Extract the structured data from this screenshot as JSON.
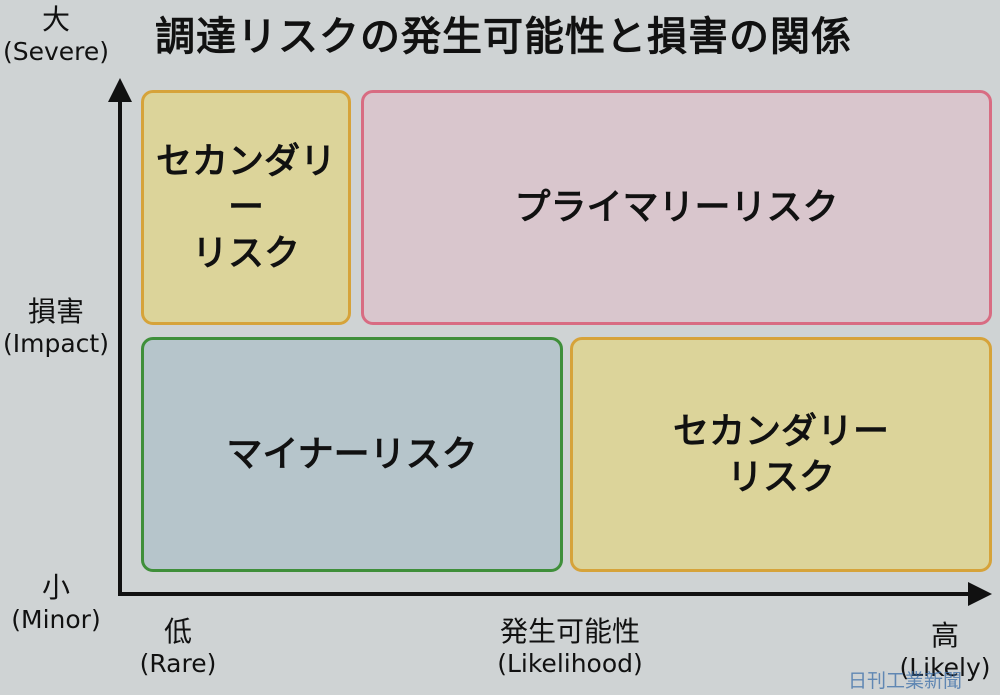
{
  "title": "調達リスクの発生可能性と損害の関係",
  "y_axis": {
    "top": {
      "label": "大",
      "sub": "(Severe)"
    },
    "middle": {
      "label": "損害",
      "sub": "(Impact)"
    },
    "bottom": {
      "label": "小",
      "sub": "(Minor)"
    }
  },
  "x_axis": {
    "left": {
      "label": "低",
      "sub": "(Rare)"
    },
    "middle": {
      "label": "発生可能性",
      "sub": "(Likelihood)"
    },
    "right": {
      "label": "高",
      "sub": "(Likely)"
    }
  },
  "quadrants": {
    "top_left": {
      "line1": "セカンダリー",
      "line2": "リスク"
    },
    "top_right": {
      "line1": "プライマリーリスク"
    },
    "bottom_left": {
      "line1": "マイナーリスク"
    },
    "bottom_right": {
      "line1": "セカンダリー",
      "line2": "リスク"
    }
  },
  "colors": {
    "secondary_fill": "#dcd49a",
    "primary_fill": "#d9c6cd",
    "minor_fill": "#b6c5cb",
    "background": "#cfd3d4"
  },
  "watermark": "日刊工業新聞"
}
